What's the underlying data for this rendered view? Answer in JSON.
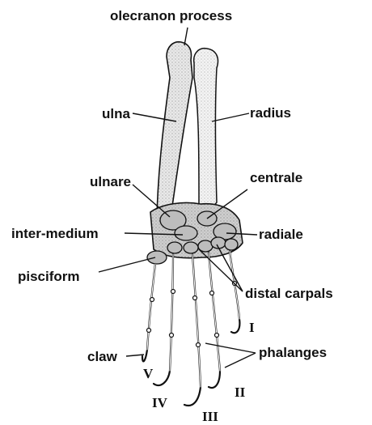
{
  "labels": {
    "olecranon_process": "olecranon process",
    "ulna": "ulna",
    "radius": "radius",
    "ulnare": "ulnare",
    "centrale": "centrale",
    "inter_medium": "inter-medium",
    "radiale": "radiale",
    "pisciform": "pisciform",
    "distal_carpals": "distal carpals",
    "claw": "claw",
    "phalanges": "phalanges"
  },
  "digits": {
    "I": "I",
    "II": "II",
    "III": "III",
    "IV": "IV",
    "V": "V"
  }
}
